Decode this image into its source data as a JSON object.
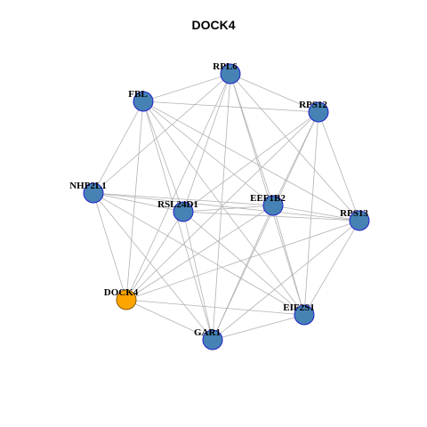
{
  "title": "DOCK4",
  "colors": {
    "node_fill": "#4682b4",
    "node_stroke": "#1f1fcc",
    "query_fill": "#ffa500",
    "query_stroke": "#8b5a00",
    "edge": "#b3b3b3"
  },
  "nodes": [
    {
      "id": "RPL6",
      "label": "RPL6",
      "query": false
    },
    {
      "id": "FBL",
      "label": "FBL",
      "query": false
    },
    {
      "id": "RPS12",
      "label": "RPS12",
      "query": false
    },
    {
      "id": "NHP2L1",
      "label": "NHP2L1",
      "query": false
    },
    {
      "id": "RSL24D1",
      "label": "RSL24D1",
      "query": false
    },
    {
      "id": "EEF1B2",
      "label": "EEF1B2",
      "query": false
    },
    {
      "id": "RPS13",
      "label": "RPS13",
      "query": false
    },
    {
      "id": "DOCK4",
      "label": "DOCK4",
      "query": true
    },
    {
      "id": "EIF2S1",
      "label": "EIF2S1",
      "query": false
    },
    {
      "id": "GAR1",
      "label": "GAR1",
      "query": false
    }
  ],
  "edges": [
    [
      "RPL6",
      "FBL"
    ],
    [
      "RPL6",
      "RPS12"
    ],
    [
      "RPL6",
      "NHP2L1"
    ],
    [
      "RPL6",
      "RSL24D1"
    ],
    [
      "RPL6",
      "EEF1B2"
    ],
    [
      "RPL6",
      "RPS13"
    ],
    [
      "RPL6",
      "DOCK4"
    ],
    [
      "RPL6",
      "EIF2S1"
    ],
    [
      "RPL6",
      "GAR1"
    ],
    [
      "FBL",
      "RPS12"
    ],
    [
      "FBL",
      "NHP2L1"
    ],
    [
      "FBL",
      "RSL24D1"
    ],
    [
      "FBL",
      "EEF1B2"
    ],
    [
      "FBL",
      "RPS13"
    ],
    [
      "FBL",
      "DOCK4"
    ],
    [
      "FBL",
      "EIF2S1"
    ],
    [
      "FBL",
      "GAR1"
    ],
    [
      "RPS12",
      "RSL24D1"
    ],
    [
      "RPS12",
      "EEF1B2"
    ],
    [
      "RPS12",
      "RPS13"
    ],
    [
      "RPS12",
      "DOCK4"
    ],
    [
      "RPS12",
      "EIF2S1"
    ],
    [
      "RPS12",
      "GAR1"
    ],
    [
      "NHP2L1",
      "RSL24D1"
    ],
    [
      "NHP2L1",
      "EEF1B2"
    ],
    [
      "NHP2L1",
      "RPS13"
    ],
    [
      "NHP2L1",
      "DOCK4"
    ],
    [
      "NHP2L1",
      "EIF2S1"
    ],
    [
      "NHP2L1",
      "GAR1"
    ],
    [
      "RSL24D1",
      "EEF1B2"
    ],
    [
      "RSL24D1",
      "RPS13"
    ],
    [
      "RSL24D1",
      "DOCK4"
    ],
    [
      "RSL24D1",
      "EIF2S1"
    ],
    [
      "RSL24D1",
      "GAR1"
    ],
    [
      "EEF1B2",
      "RPS13"
    ],
    [
      "EEF1B2",
      "DOCK4"
    ],
    [
      "EEF1B2",
      "EIF2S1"
    ],
    [
      "EEF1B2",
      "GAR1"
    ],
    [
      "RPS13",
      "DOCK4"
    ],
    [
      "RPS13",
      "EIF2S1"
    ],
    [
      "RPS13",
      "GAR1"
    ],
    [
      "DOCK4",
      "EIF2S1"
    ],
    [
      "DOCK4",
      "GAR1"
    ],
    [
      "EIF2S1",
      "GAR1"
    ]
  ]
}
